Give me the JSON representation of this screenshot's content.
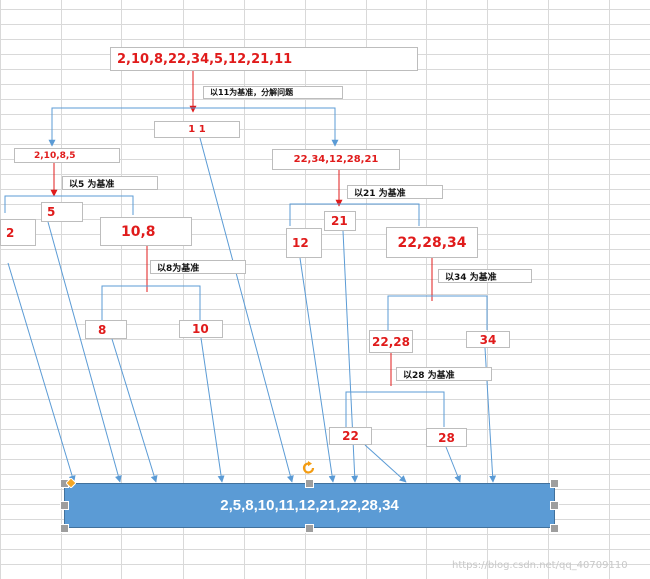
{
  "colors": {
    "node_text": "#e01b1b",
    "label_text": "#111111",
    "arrow_blue": "#5b9bd5",
    "arrow_red": "#e01b1b",
    "result_fill": "#5b9bd5",
    "result_text": "#ffffff",
    "grid": "#d9d9d9"
  },
  "nodes": {
    "root": "2,10,8,22,34,5,12,21,11",
    "pivot11": "1 1",
    "left_group": "2,10,8,5",
    "right_group": "22,34,12,28,21",
    "n2": "2",
    "n5": "5",
    "n10_8": "10,8",
    "n8": "8",
    "n10": "10",
    "n12": "12",
    "n21": "21",
    "n22_28_34": "22,28,34",
    "n22_28": "22,28",
    "n34": "34",
    "n22": "22",
    "n28": "28"
  },
  "labels": {
    "pivot_11": "以11为基准，分解问题",
    "pivot_5": "以5 为基准",
    "pivot_8": "以8为基准",
    "pivot_21": "以21 为基准",
    "pivot_34": "以34 为基准",
    "pivot_28": "以28 为基准"
  },
  "result": "2,5,8,10,11,12,21,22,28,34",
  "rotate_icon": "rotate-handle-icon",
  "watermark": "https://blog.csdn.net/qq_40709110"
}
